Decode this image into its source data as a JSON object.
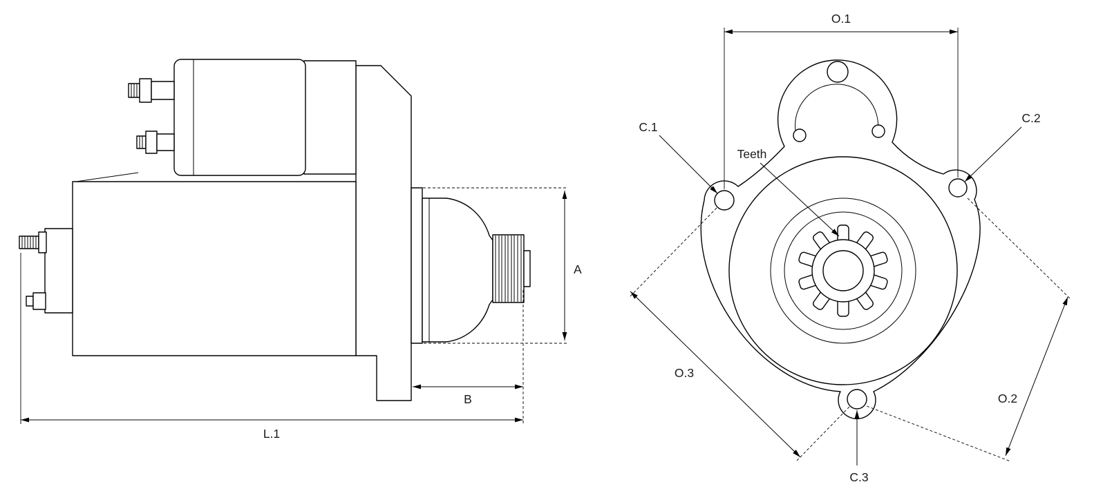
{
  "colors": {
    "background": "#ffffff",
    "line": "#000000",
    "text": "#1a1a1a"
  },
  "left_view": {
    "dimensions": {
      "overall_length": "L.1",
      "flange_diameter": "A",
      "pinion_protrusion": "B"
    }
  },
  "right_view": {
    "dimensions": {
      "hole_span_top": "O.1",
      "hole_span_right": "O.2",
      "hole_span_left": "O.3",
      "hole_top_left": "C.1",
      "hole_top_right": "C.2",
      "hole_bottom": "C.3",
      "teeth": "Teeth"
    }
  }
}
